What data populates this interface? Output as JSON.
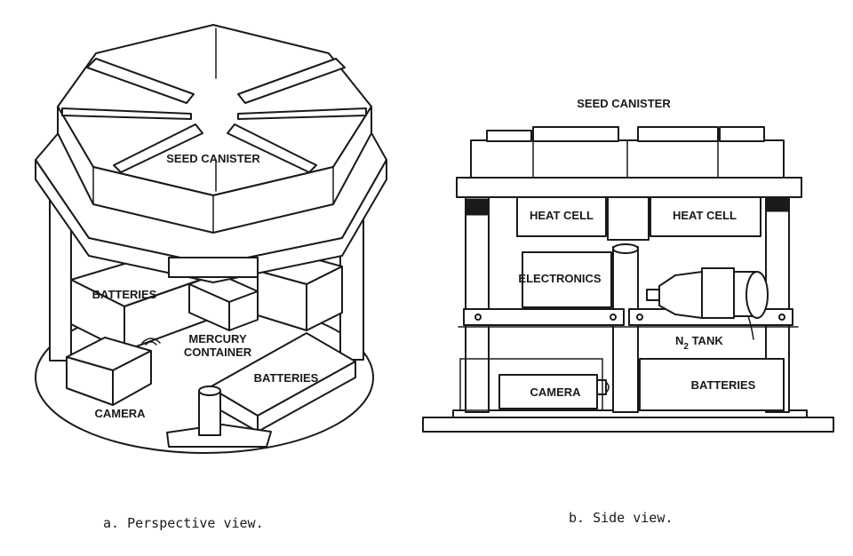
{
  "colors": {
    "ink": "#1a1a1a",
    "paper": "#ffffff"
  },
  "perspective": {
    "caption": "a. Perspective view.",
    "labels": {
      "seed_canister": "SEED CANISTER",
      "batteries_left": "BATTERIES",
      "mercury_line1": "MERCURY",
      "mercury_line2": "CONTAINER",
      "batteries_right": "BATTERIES",
      "camera": "CAMERA"
    }
  },
  "side": {
    "caption": "b. Side view.",
    "labels": {
      "seed_canister": "SEED CANISTER",
      "heat_cell_left": "HEAT CELL",
      "heat_cell_right": "HEAT CELL",
      "electronics": "ELECTRONICS",
      "n2_tank_n": "N",
      "n2_tank_sub": "2",
      "n2_tank_word": "TANK",
      "camera": "CAMERA",
      "batteries": "BATTERIES"
    }
  }
}
